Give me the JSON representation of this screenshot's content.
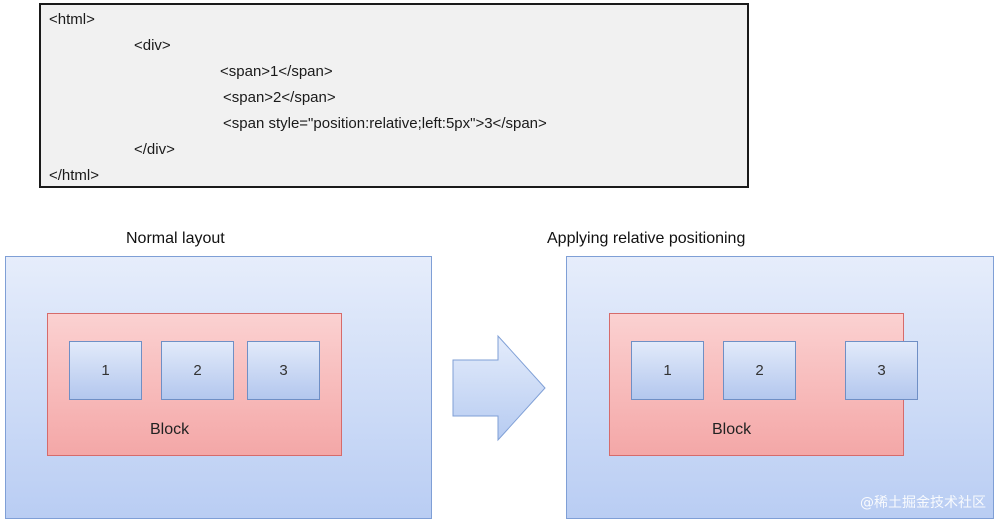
{
  "code_lines": [
    "<html>",
    "<div>",
    "<span>1</span>",
    "<span>2</span>",
    "<span style=\"position:relative;left:5px\">3</span>",
    "</div>",
    "</html>"
  ],
  "left_diagram": {
    "caption": "Normal layout",
    "block_label": "Block",
    "spans": [
      "1",
      "2",
      "3"
    ]
  },
  "right_diagram": {
    "caption": "Applying relative positioning",
    "block_label": "Block",
    "spans": [
      "1",
      "2",
      "3"
    ]
  },
  "watermark": "@稀土掘金技术社区",
  "colors": {
    "code_bg": "#f1f1f1",
    "panel_blue": "#c7d7f6",
    "block_pink": "#f7b9b9",
    "arrow_blue": "#c9daf7"
  }
}
